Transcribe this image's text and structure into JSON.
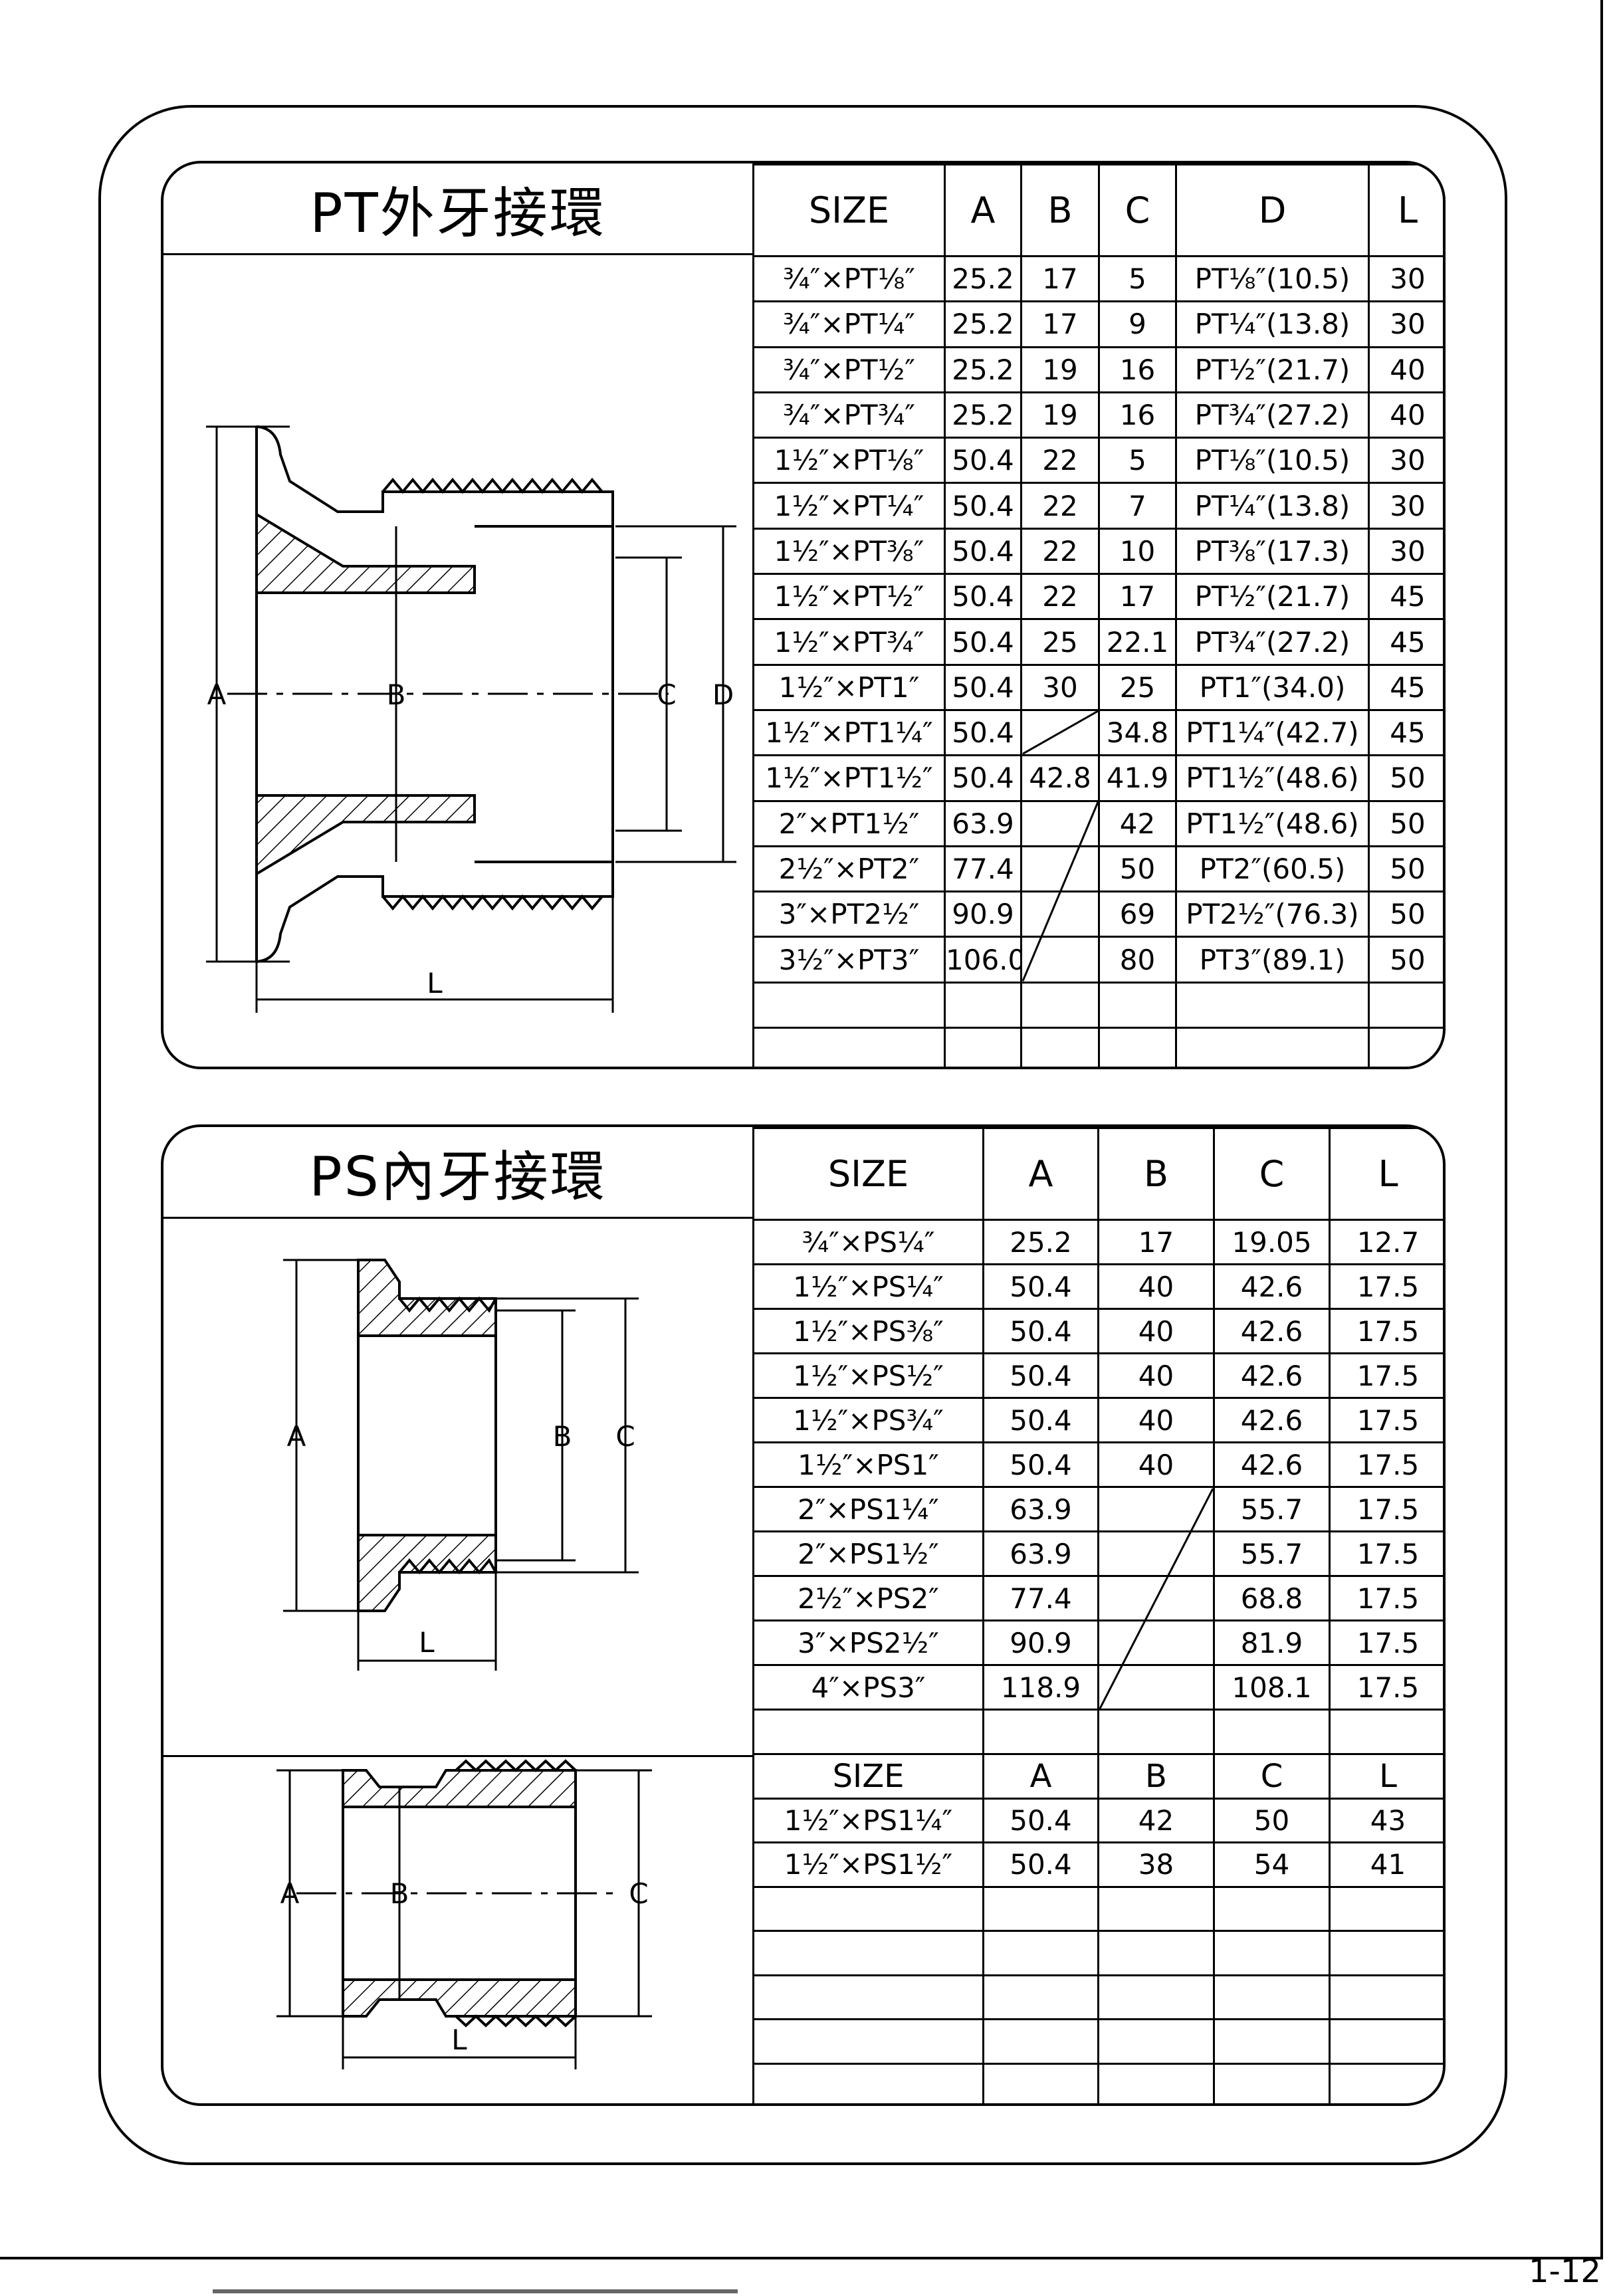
{
  "page_number": "1-12",
  "pt_section": {
    "title": "PT外牙接環",
    "headers": [
      "SIZE",
      "A",
      "B",
      "C",
      "D",
      "L"
    ],
    "dim_labels": {
      "a": "A",
      "b": "B",
      "c": "C",
      "d": "D",
      "l": "L"
    },
    "rows": [
      [
        "¾″×PT⅛″",
        "25.2",
        "17",
        "5",
        "PT⅛″(10.5)",
        "30"
      ],
      [
        "¾″×PT¼″",
        "25.2",
        "17",
        "9",
        "PT¼″(13.8)",
        "30"
      ],
      [
        "¾″×PT½″",
        "25.2",
        "19",
        "16",
        "PT½″(21.7)",
        "40"
      ],
      [
        "¾″×PT¾″",
        "25.2",
        "19",
        "16",
        "PT¾″(27.2)",
        "40"
      ],
      [
        "1½″×PT⅛″",
        "50.4",
        "22",
        "5",
        "PT⅛″(10.5)",
        "30"
      ],
      [
        "1½″×PT¼″",
        "50.4",
        "22",
        "7",
        "PT¼″(13.8)",
        "30"
      ],
      [
        "1½″×PT⅜″",
        "50.4",
        "22",
        "10",
        "PT⅜″(17.3)",
        "30"
      ],
      [
        "1½″×PT½″",
        "50.4",
        "22",
        "17",
        "PT½″(21.7)",
        "45"
      ],
      [
        "1½″×PT¾″",
        "50.4",
        "25",
        "22.1",
        "PT¾″(27.2)",
        "45"
      ],
      [
        "1½″×PT1″",
        "50.4",
        "30",
        "25",
        "PT1″(34.0)",
        "45"
      ],
      [
        "1½″×PT1¼″",
        "50.4",
        "",
        "34.8",
        "PT1¼″(42.7)",
        "45"
      ],
      [
        "1½″×PT1½″",
        "50.4",
        "42.8",
        "41.9",
        "PT1½″(48.6)",
        "50"
      ],
      [
        "2″×PT1½″",
        "63.9",
        "",
        "42",
        "PT1½″(48.6)",
        "50"
      ],
      [
        "2½″×PT2″",
        "77.4",
        "",
        "50",
        "PT2″(60.5)",
        "50"
      ],
      [
        "3″×PT2½″",
        "90.9",
        "",
        "69",
        "PT2½″(76.3)",
        "50"
      ],
      [
        "3½″×PT3″",
        "106.0",
        "",
        "80",
        "PT3″(89.1)",
        "50"
      ],
      [
        "",
        "",
        "",
        "",
        "",
        ""
      ],
      [
        "",
        "",
        "",
        "",
        "",
        ""
      ]
    ]
  },
  "ps_section": {
    "title": "PS內牙接環",
    "headers": [
      "SIZE",
      "A",
      "B",
      "C",
      "L"
    ],
    "dim_labels": {
      "a": "A",
      "b": "B",
      "c": "C",
      "l": "L"
    },
    "rows": [
      [
        "¾″×PS¼″",
        "25.2",
        "17",
        "19.05",
        "12.7"
      ],
      [
        "1½″×PS¼″",
        "50.4",
        "40",
        "42.6",
        "17.5"
      ],
      [
        "1½″×PS⅜″",
        "50.4",
        "40",
        "42.6",
        "17.5"
      ],
      [
        "1½″×PS½″",
        "50.4",
        "40",
        "42.6",
        "17.5"
      ],
      [
        "1½″×PS¾″",
        "50.4",
        "40",
        "42.6",
        "17.5"
      ],
      [
        "1½″×PS1″",
        "50.4",
        "40",
        "42.6",
        "17.5"
      ],
      [
        "2″×PS1¼″",
        "63.9",
        "",
        "55.7",
        "17.5"
      ],
      [
        "2″×PS1½″",
        "63.9",
        "",
        "55.7",
        "17.5"
      ],
      [
        "2½″×PS2″",
        "77.4",
        "",
        "68.8",
        "17.5"
      ],
      [
        "3″×PS2½″",
        "90.9",
        "",
        "81.9",
        "17.5"
      ],
      [
        "4″×PS3″",
        "118.9",
        "",
        "108.1",
        "17.5"
      ],
      [
        "",
        "",
        "",
        "",
        ""
      ]
    ],
    "sub_headers": [
      "SIZE",
      "A",
      "B",
      "C",
      "L"
    ],
    "sub_rows": [
      [
        "1½″×PS1¼″",
        "50.4",
        "42",
        "50",
        "43"
      ],
      [
        "1½″×PS1½″",
        "50.4",
        "38",
        "54",
        "41"
      ],
      [
        "",
        "",
        "",
        "",
        ""
      ],
      [
        "",
        "",
        "",
        "",
        ""
      ],
      [
        "",
        "",
        "",
        "",
        ""
      ],
      [
        "",
        "",
        "",
        "",
        ""
      ],
      [
        "",
        "",
        "",
        "",
        ""
      ]
    ]
  }
}
